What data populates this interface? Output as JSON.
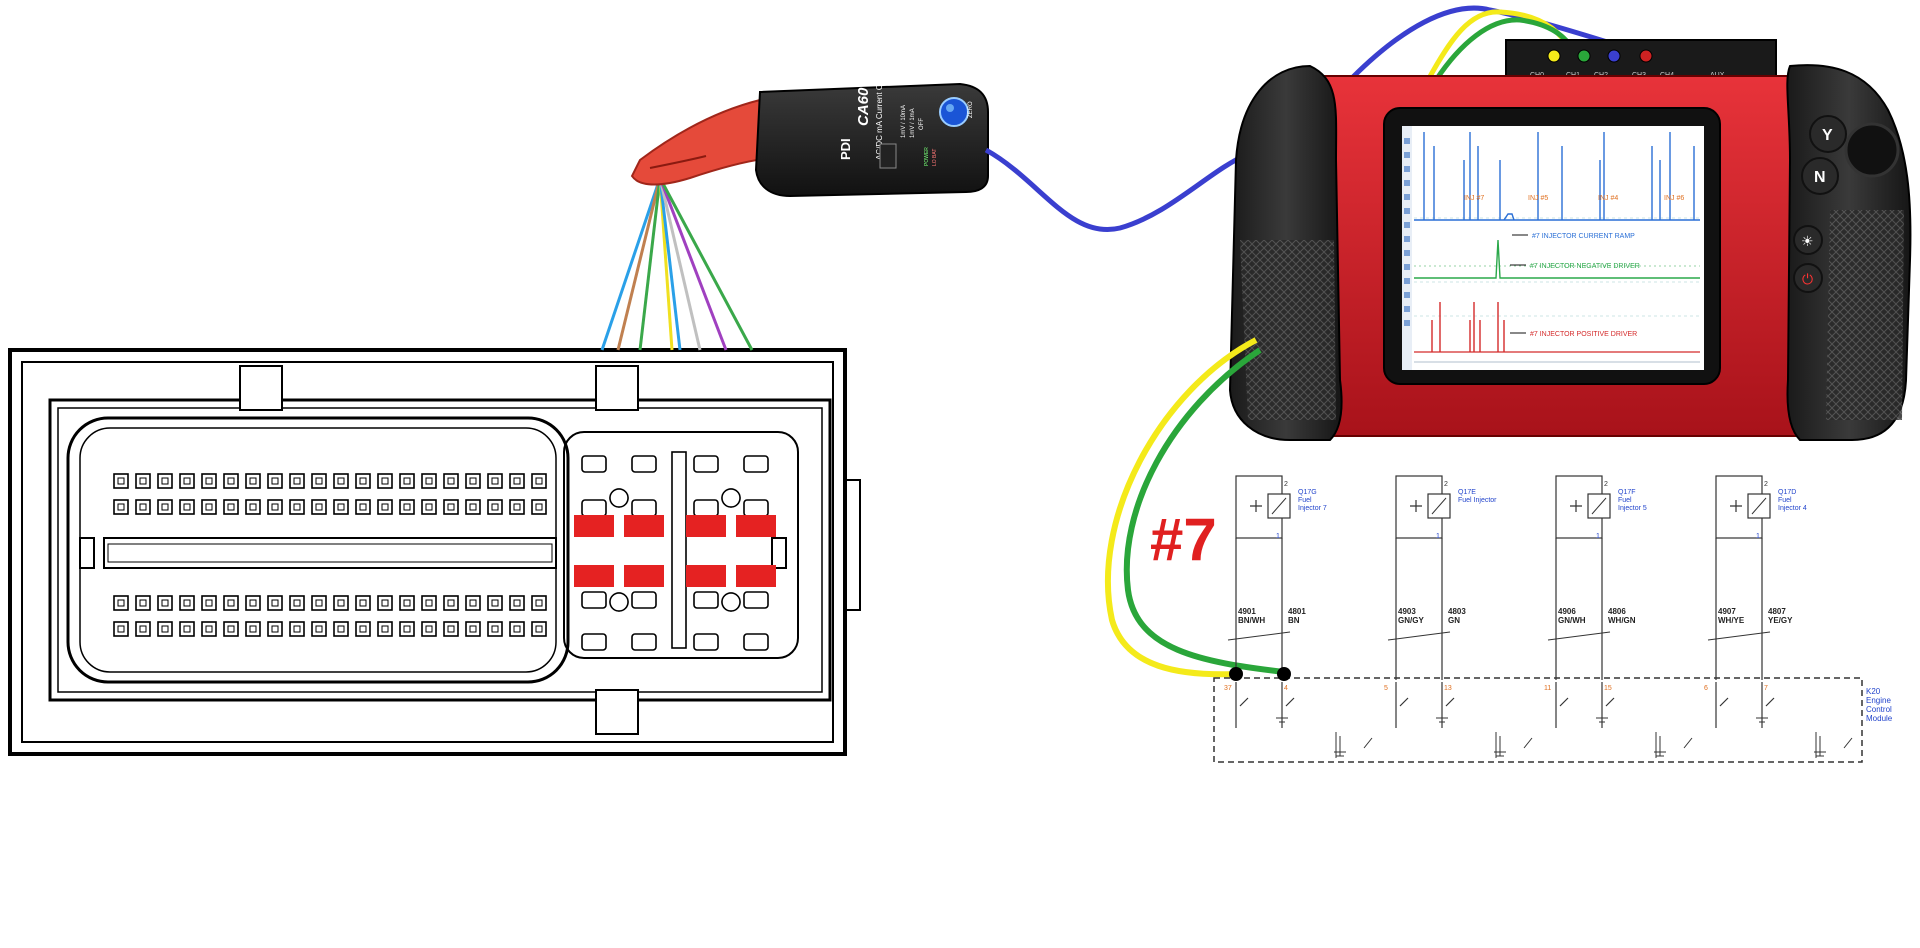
{
  "clamp": {
    "brand": "PDI",
    "model": "CA60",
    "desc": "AC/DC mA Current Clamp",
    "zero": "ZERO",
    "power": "POWER",
    "low_batt": "LO BAT",
    "range_1": "1mV / 10mA",
    "range_2": "1mV / 1mA",
    "off": "OFF"
  },
  "scope": {
    "ports": [
      "CH0",
      "CH1",
      "CH2",
      "CH3",
      "CH4",
      "AUX"
    ],
    "buttons": [
      "Y",
      "N"
    ],
    "injector_tags": [
      "INJ #7",
      "INJ #5",
      "INJ #4",
      "INJ #6"
    ],
    "trace_labels": {
      "current": "#7 INJECTOR CURRENT RAMP",
      "negative": "#7 INJECTOR NEGATIVE DRIVER",
      "positive": "#7 INJECTOR POSITIVE DRIVER"
    },
    "trace_colors": {
      "current": "#2a6fd6",
      "negative": "#2aa84a",
      "positive": "#d42a2a"
    }
  },
  "connector": {
    "marked_pins": 8,
    "marker_color": "#e52222"
  },
  "schematic": {
    "cylinder_label": "#7",
    "cylinder_color": "#e02020",
    "module_label": [
      "K20",
      "Engine",
      "Control",
      "Module"
    ],
    "injectors": [
      {
        "name": [
          "Q17G",
          "Fuel",
          "Injector 7"
        ],
        "top_pin": "2",
        "bot_pin": "1",
        "wires": [
          {
            "circuit": "4901",
            "color": "BN/WH"
          },
          {
            "circuit": "4801",
            "color": "BN"
          }
        ],
        "ecm_pins": [
          "37",
          "4"
        ]
      },
      {
        "name": [
          "Q17E",
          "Fuel Injector"
        ],
        "top_pin": "2",
        "bot_pin": "1",
        "wires": [
          {
            "circuit": "4903",
            "color": "GN/GY"
          },
          {
            "circuit": "4803",
            "color": "GN"
          }
        ],
        "ecm_pins": [
          "5",
          "13"
        ]
      },
      {
        "name": [
          "Q17F",
          "Fuel",
          "Injector 5"
        ],
        "top_pin": "2",
        "bot_pin": "1",
        "wires": [
          {
            "circuit": "4906",
            "color": "GN/WH"
          },
          {
            "circuit": "4806",
            "color": "WH/GN"
          }
        ],
        "ecm_pins": [
          "11",
          "15"
        ]
      },
      {
        "name": [
          "Q17D",
          "Fuel",
          "Injector 4"
        ],
        "top_pin": "2",
        "bot_pin": "1",
        "wires": [
          {
            "circuit": "4907",
            "color": "WH/YE"
          },
          {
            "circuit": "4807",
            "color": "YE/GY"
          }
        ],
        "ecm_pins": [
          "6",
          "7"
        ]
      }
    ]
  },
  "colors": {
    "probe_blue": "#3a3fcf",
    "probe_yellow": "#f4ea1a",
    "probe_green": "#2aa63a",
    "scope_red": "#d6181f",
    "clamp_red": "#e54a3a"
  }
}
